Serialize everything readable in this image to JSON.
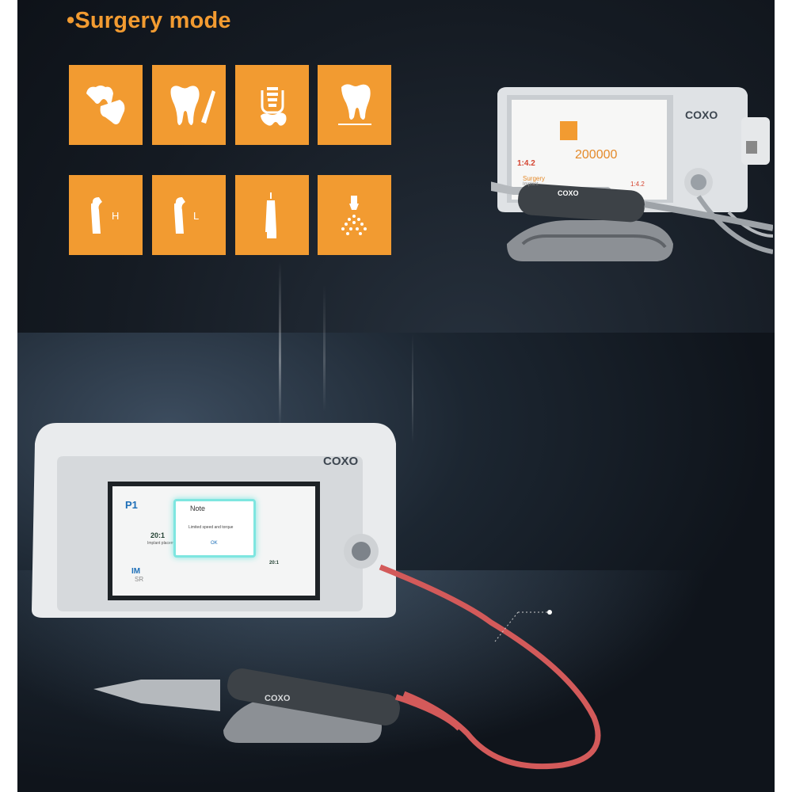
{
  "heading": "•Surgery mode",
  "icons": [
    {
      "name": "crown-bridge-icon"
    },
    {
      "name": "tooth-scalpel-icon"
    },
    {
      "name": "implant-icon"
    },
    {
      "name": "tooth-root-icon"
    },
    {
      "name": "handpiece-high-icon",
      "label": "H"
    },
    {
      "name": "handpiece-low-icon",
      "label": "L"
    },
    {
      "name": "straight-handpiece-icon"
    },
    {
      "name": "spray-icon"
    }
  ],
  "top_device": {
    "brand": "COXO",
    "ratio": "1:4.2",
    "speed": "200000",
    "mode": "Surgery",
    "mode_sub": "Implant",
    "ratio_small": "1:4.2",
    "handpiece_brand": "COXO"
  },
  "main_device": {
    "brand": "COXO",
    "program": "P1",
    "ratio": "20:1",
    "step": "Implant placement",
    "mode": "IM",
    "mode_sub": "SR",
    "dialog_title": "Note",
    "dialog_text": "Limited speed and torque",
    "dialog_ok": "OK",
    "bottom_ratio": "20:1",
    "handpiece_brand": "COXO"
  },
  "colors": {
    "accent": "#f29b31",
    "bg": "#151b23",
    "device": "#e9ebed",
    "hose": "#d35a5a"
  }
}
